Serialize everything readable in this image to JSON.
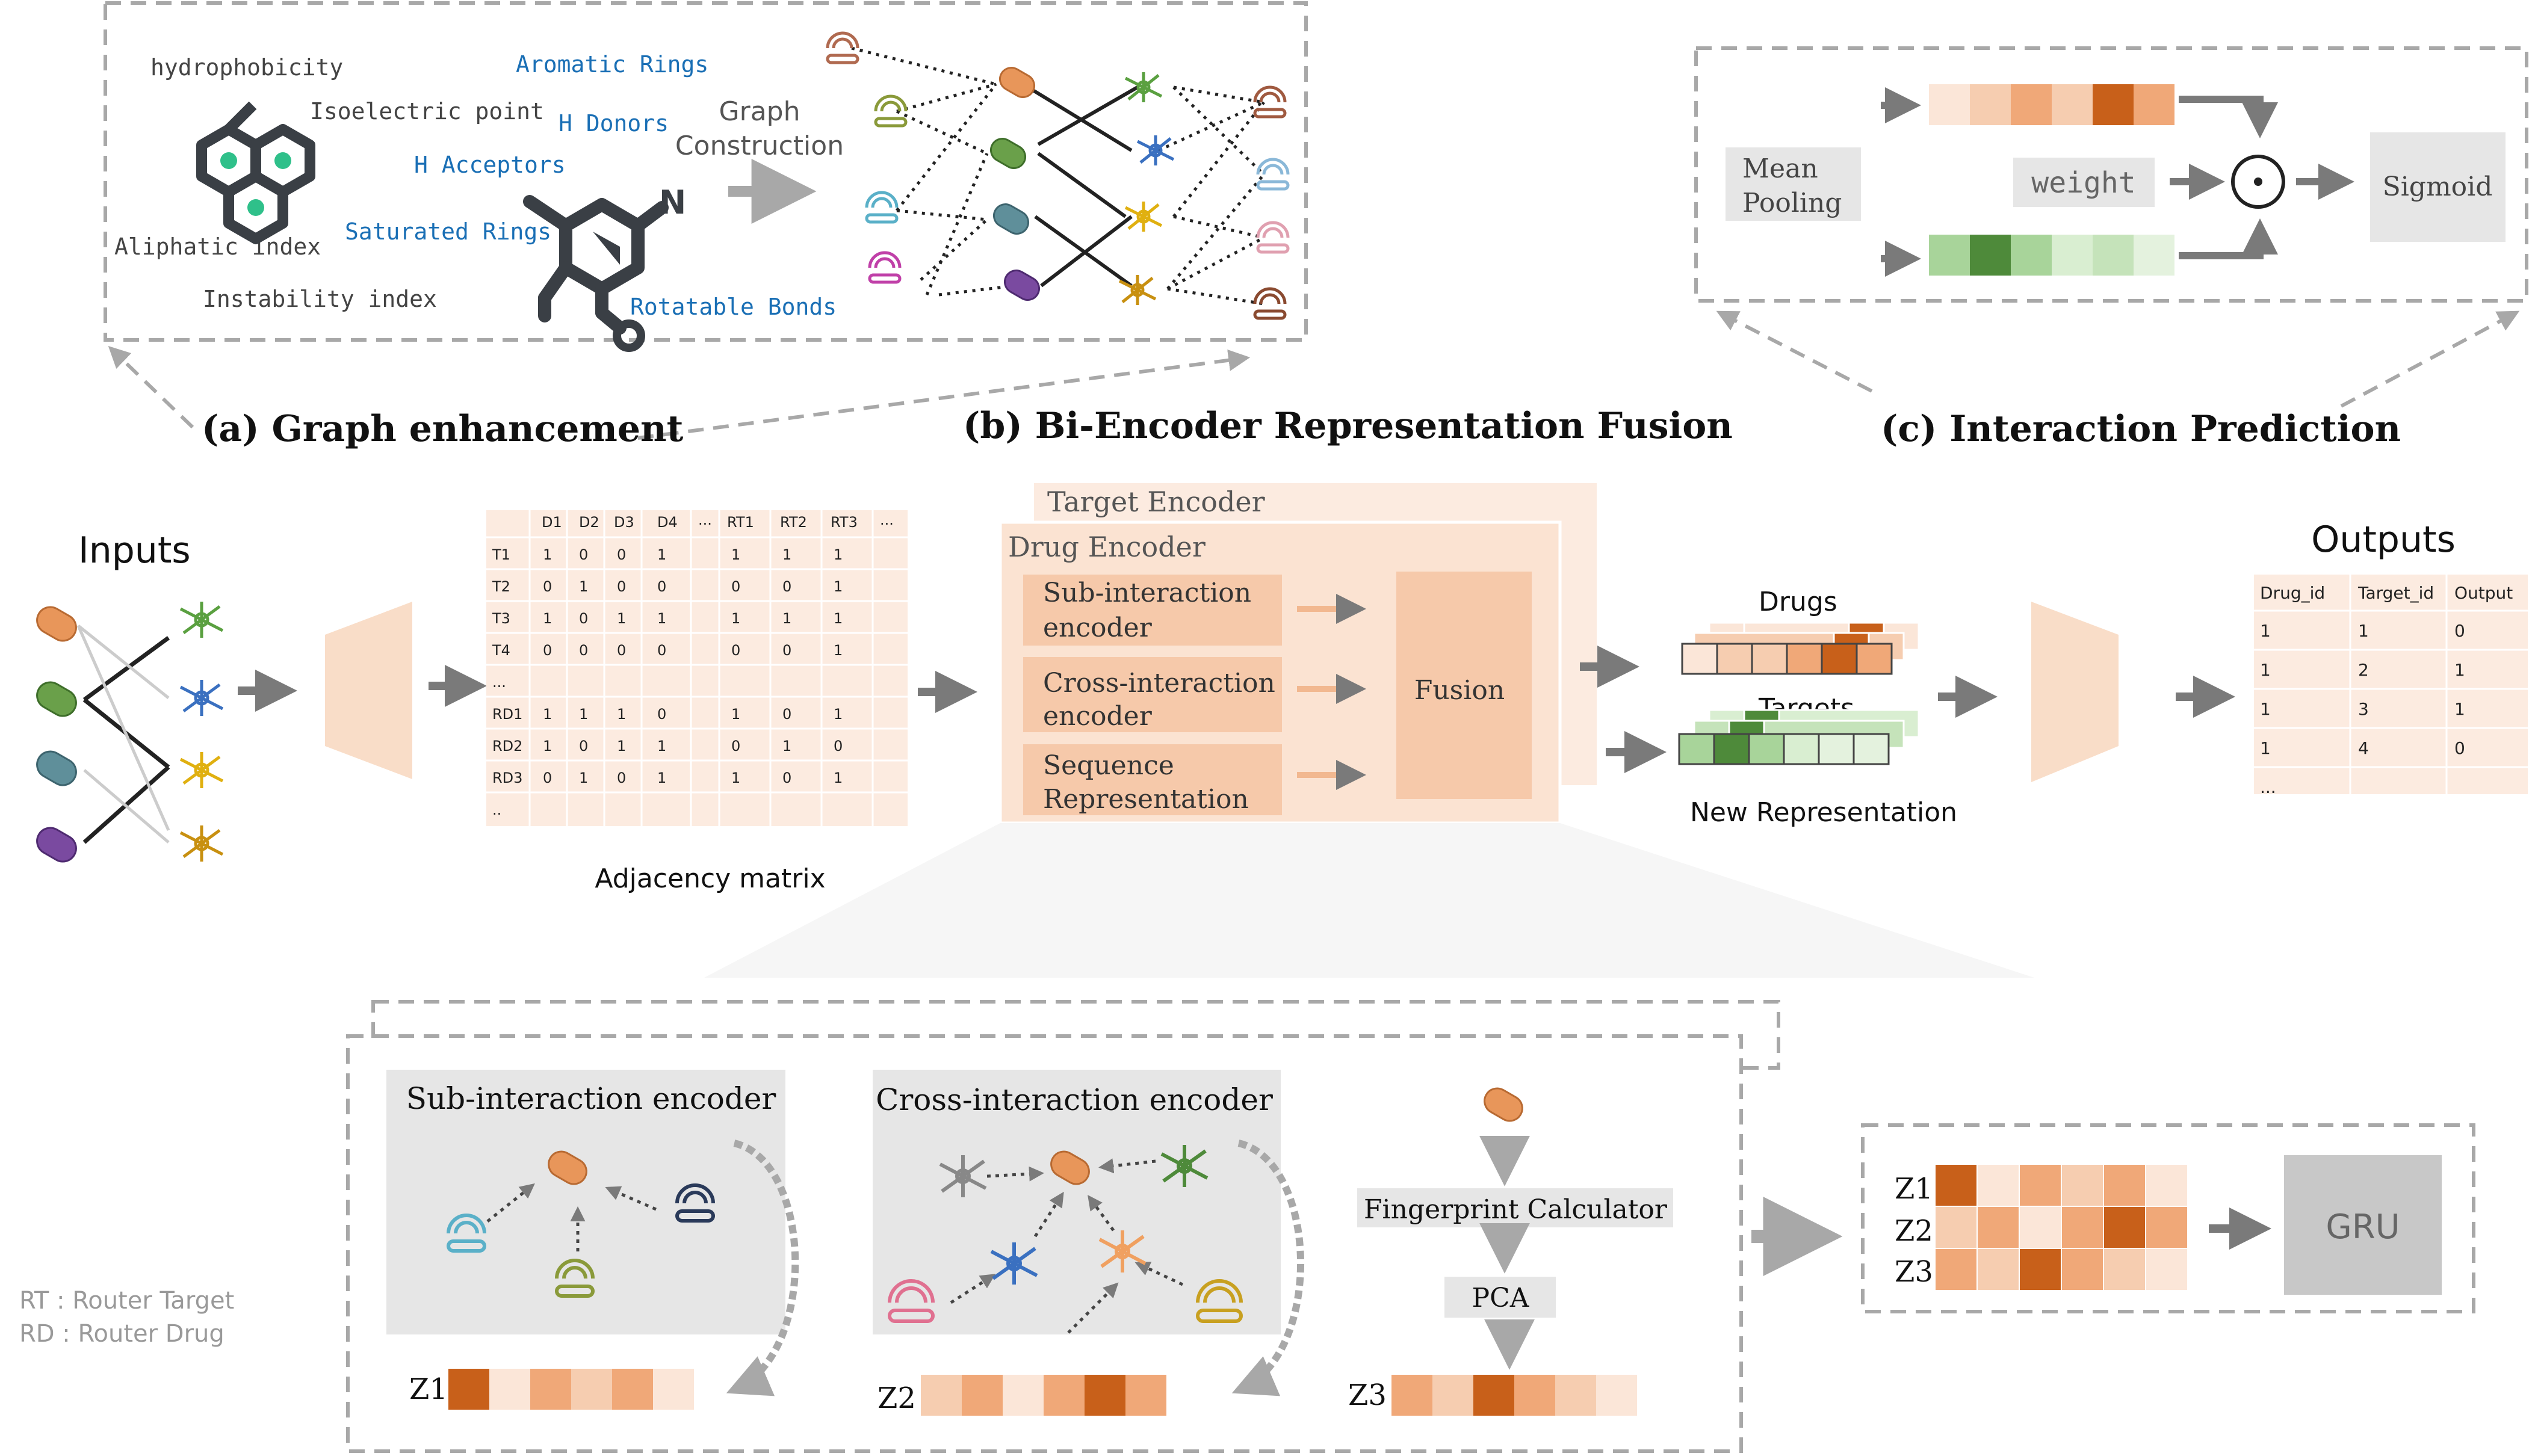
{
  "colors": {
    "orange_dark": "#c8601a",
    "orange_mid": "#f0a878",
    "orange_light": "#f6cdb0",
    "orange_pale": "#fbe6d8",
    "green_dark": "#4e8a3a",
    "green_mid": "#a8d49a",
    "green_light": "#d9eed1",
    "blue_text": "#1a6fb5",
    "gray_box": "#e6e6e6",
    "gray_dash": "#a8a8a8",
    "arrow_gray": "#7a7a7a"
  },
  "panel_a": {
    "title": "(a) Graph enhancement",
    "features": [
      "hydrophobicity",
      "Isoelectric point",
      "Aliphatic index",
      "Instability index"
    ],
    "blue_features": [
      "Aromatic Rings",
      "H Donors",
      "H Acceptors",
      "Saturated Rings",
      "Rotatable Bonds"
    ],
    "molecule_atom": "N",
    "graph_construction": [
      "Graph",
      "Construction"
    ]
  },
  "panel_b": {
    "title": "(b)  Bi-Encoder Representation Fusion"
  },
  "panel_c": {
    "title": "(c) Interaction Prediction",
    "mean_pooling": [
      "Mean",
      "Pooling"
    ],
    "weight": "weight",
    "dot": "⊙",
    "sigmoid": "Sigmoid"
  },
  "inputs_label": "Inputs",
  "adjacency": {
    "caption": "Adjacency matrix",
    "header": [
      "",
      "D1",
      "D2",
      "D3",
      "D4",
      "...",
      "RT1",
      "RT2",
      "RT3",
      "..."
    ],
    "rows": [
      [
        "T1",
        "1",
        "0",
        "0",
        "1",
        "",
        "1",
        "1",
        "1",
        ""
      ],
      [
        "T2",
        "0",
        "1",
        "0",
        "0",
        "",
        "0",
        "0",
        "1",
        ""
      ],
      [
        "T3",
        "1",
        "0",
        "1",
        "1",
        "",
        "1",
        "1",
        "1",
        ""
      ],
      [
        "T4",
        "0",
        "0",
        "0",
        "0",
        "",
        "0",
        "0",
        "1",
        ""
      ],
      [
        "...",
        "",
        "",
        "",
        "",
        "",
        "",
        "",
        "",
        ""
      ],
      [
        "RD1",
        "1",
        "1",
        "1",
        "0",
        "",
        "1",
        "0",
        "1",
        ""
      ],
      [
        "RD2",
        "1",
        "0",
        "1",
        "1",
        "",
        "0",
        "1",
        "0",
        ""
      ],
      [
        "RD3",
        "0",
        "1",
        "0",
        "1",
        "",
        "1",
        "0",
        "1",
        ""
      ],
      [
        "..",
        "",
        "",
        "",
        "",
        "",
        "",
        "",
        "",
        ""
      ]
    ]
  },
  "encoder": {
    "target_encoder": "Target Encoder",
    "drug_encoder": "Drug Encoder",
    "modules": [
      [
        "Sub-interaction",
        "encoder"
      ],
      [
        "Cross-interaction",
        "encoder"
      ],
      [
        "Sequence",
        "Representation"
      ]
    ],
    "fusion": "Fusion"
  },
  "representation": {
    "drugs": "Drugs",
    "targets": "Targets",
    "new_representation": "New Representation"
  },
  "outputs": {
    "label": "Outputs",
    "header": [
      "Drug_id",
      "Target_id",
      "Output"
    ],
    "rows": [
      [
        "1",
        "1",
        "0"
      ],
      [
        "1",
        "2",
        "1"
      ],
      [
        "1",
        "3",
        "1"
      ],
      [
        "1",
        "4",
        "0"
      ],
      [
        "...",
        "",
        ""
      ]
    ]
  },
  "detail": {
    "sub_encoder": "Sub-interaction encoder",
    "cross_encoder": "Cross-interaction encoder",
    "fingerprint": "Fingerprint Calculator",
    "pca": "PCA",
    "z_labels": [
      "Z1",
      "Z2",
      "Z3"
    ],
    "gru": "GRU"
  },
  "legend": {
    "rt": "RT :   Router Target",
    "rd": "RD :  Router Drug"
  }
}
